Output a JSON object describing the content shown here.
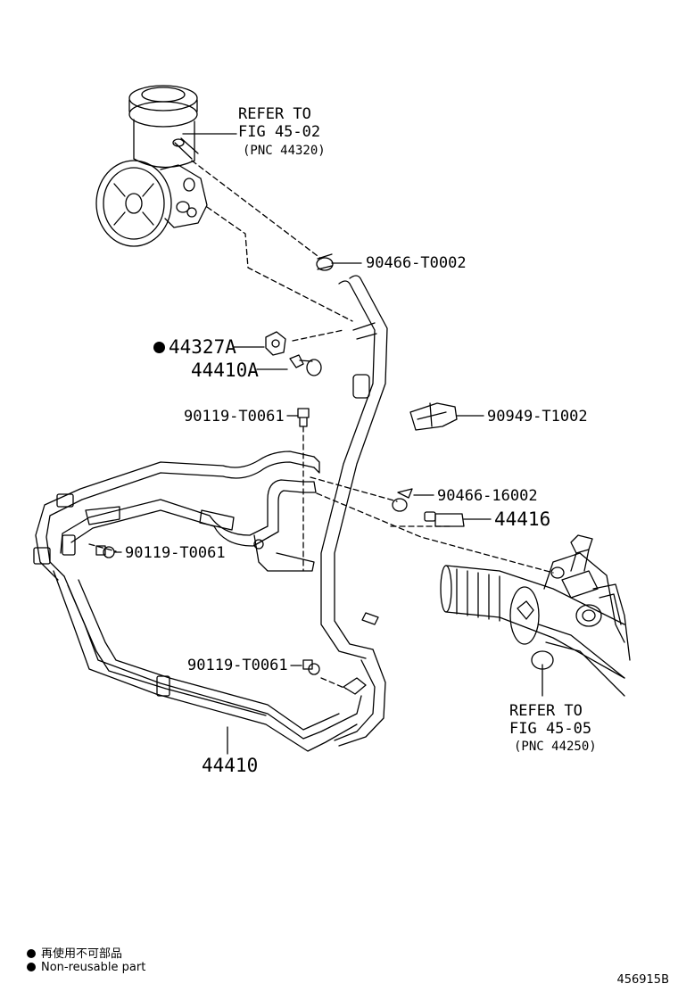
{
  "labels": {
    "pump_refer_l1": "REFER TO",
    "pump_refer_l2": "FIG 45-02",
    "pump_refer_l3": "(PNC 44320)",
    "clamp_top": "90466-T0002",
    "clip_44327a": "44327A",
    "bolt_44410a": "44410A",
    "bolt_upper": "90119-T0061",
    "clamp_t1002": "90949-T1002",
    "clamp_16002": "90466-16002",
    "union_44416": "44416",
    "bolt_left": "90119-T0061",
    "bolt_lower": "90119-T0061",
    "hose_44410": "44410",
    "rack_refer_l1": "REFER TO",
    "rack_refer_l2": "FIG 45-05",
    "rack_refer_l3": "(PNC 44250)"
  },
  "legend": {
    "line1": "再使用不可部品",
    "line2": "Non-reusable part"
  },
  "illustration_number": "456915B"
}
